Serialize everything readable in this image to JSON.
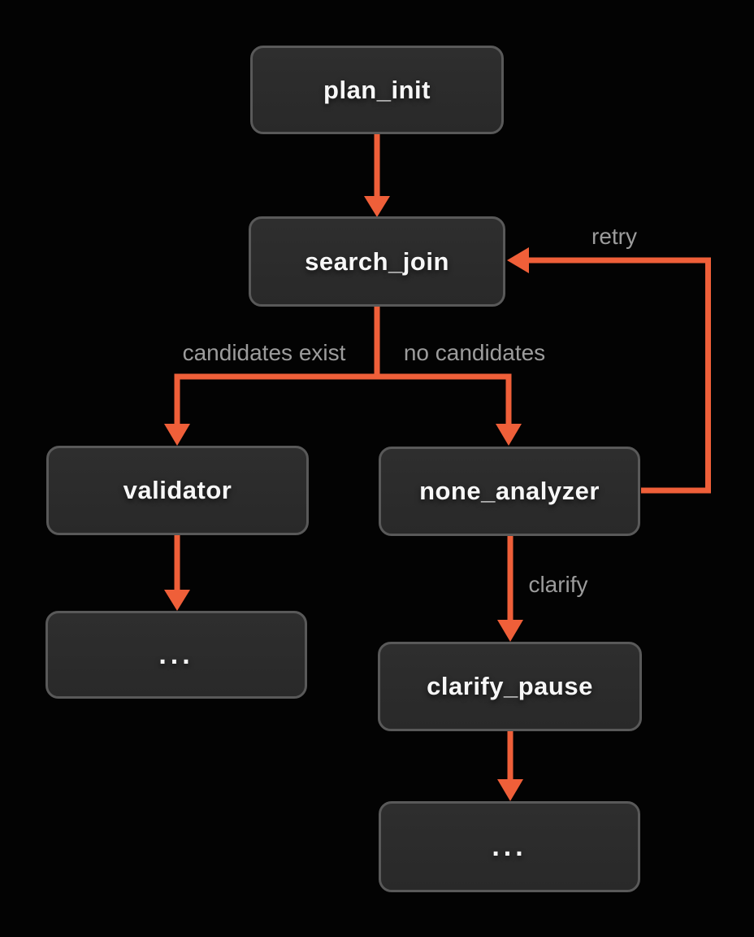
{
  "diagram": {
    "title": "",
    "nodes": [
      {
        "id": "plan_init",
        "label": "plan_init"
      },
      {
        "id": "search_join",
        "label": "search_join"
      },
      {
        "id": "validator",
        "label": "validator"
      },
      {
        "id": "none_analyzer",
        "label": "none_analyzer"
      },
      {
        "id": "dots_left",
        "label": "..."
      },
      {
        "id": "clarify_pause",
        "label": "clarify_pause"
      },
      {
        "id": "dots_bottom",
        "label": "..."
      }
    ],
    "edges": [
      {
        "from": "plan_init",
        "to": "search_join",
        "label": ""
      },
      {
        "from": "search_join",
        "to": "validator",
        "label": "candidates exist"
      },
      {
        "from": "search_join",
        "to": "none_analyzer",
        "label": "no candidates"
      },
      {
        "from": "validator",
        "to": "dots_left",
        "label": ""
      },
      {
        "from": "none_analyzer",
        "to": "clarify_pause",
        "label": "clarify"
      },
      {
        "from": "clarify_pause",
        "to": "dots_bottom",
        "label": ""
      },
      {
        "from": "none_analyzer",
        "to": "search_join",
        "label": "retry"
      }
    ],
    "edge_labels": {
      "retry": "retry",
      "candidates_exist": "candidates exist",
      "no_candidates": "no candidates",
      "clarify": "clarify"
    },
    "colors": {
      "background": "#030303",
      "node_fill": "#2b2b2b",
      "node_border": "#595959",
      "node_text": "#f7f7f7",
      "edge": "#ef5f39",
      "edge_label_text": "#9c9c9c"
    }
  }
}
